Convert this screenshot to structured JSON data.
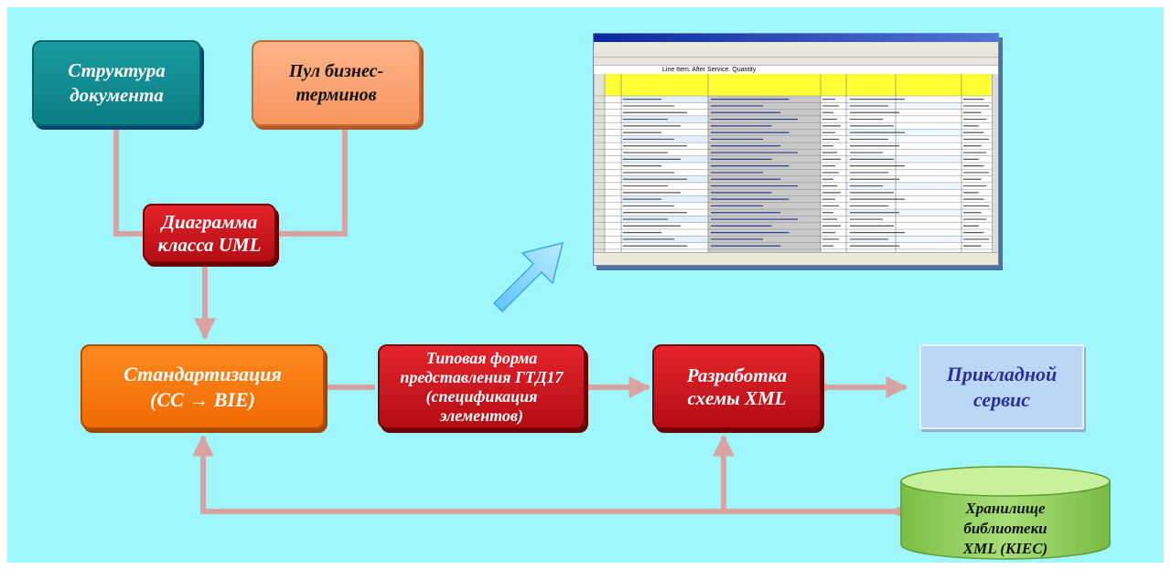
{
  "diagram": {
    "nodes": {
      "doc_structure": "Структура\nдокумента",
      "business_terms": "Пул бизнес-\nтерминов",
      "uml_class_diagram": "Диаграмма\nкласса UML",
      "standardization": "Стандартизация\n(CC → BIE)",
      "gtd17_form": "Типовая форма\nпредставления ГТД17\n(спецификация\nэлементов)",
      "xml_schema_dev": "Разработка\nсхемы XML",
      "applied_service": "Прикладной\nсервис",
      "xml_library_repository": "Хранилище\nбиблиотеки\nXML (KIEC)"
    }
  },
  "spreadsheet": {
    "formula_bar_text": "Line Item. After Service. Quantity"
  },
  "colors": {
    "background": "#9ff7fb",
    "teal_box": "#0a7e84",
    "peach_box": "#f7965f",
    "red_box": "#c0121a",
    "orange_box": "#f06a00",
    "service_box": "#bcd7f5",
    "repository": "#9fd16a",
    "connector": "#d9a3a3",
    "big_arrow": "#7fd0ff"
  }
}
